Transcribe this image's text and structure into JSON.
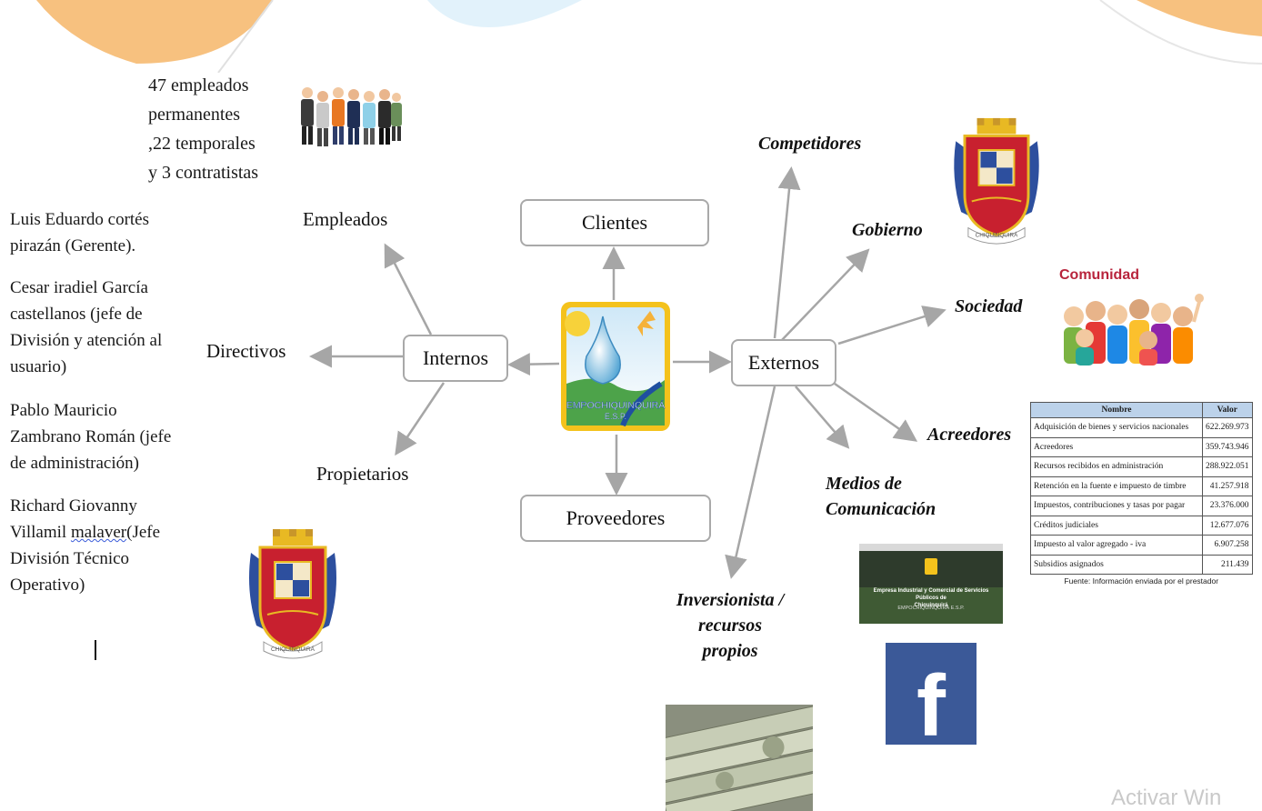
{
  "center": {
    "logo_text_line1": "EMPOCHIQUINQUIRÁ",
    "logo_text_line2": "E.S.P."
  },
  "nodes": {
    "clientes": "Clientes",
    "proveedores": "Proveedores",
    "internos": "Internos",
    "externos": "Externos"
  },
  "internal": {
    "empleados": "Empleados",
    "directivos": "Directivos",
    "propietarios": "Propietarios",
    "employees_note": [
      "47 empleados",
      "permanentes",
      ",22 temporales",
      "y 3 contratistas"
    ],
    "directors": [
      {
        "lines": [
          "Luis Eduardo cortés",
          "pirazán (Gerente)."
        ]
      },
      {
        "lines": [
          "Cesar iradiel García",
          "castellanos (jefe de",
          "División y atención al",
          "usuario)"
        ]
      },
      {
        "lines": [
          "Pablo Mauricio",
          "Zambrano Román (jefe",
          "de administración)"
        ]
      },
      {
        "line1": "Richard Giovanny",
        "line2_pre": "Villamil ",
        "line2_error": "malaver",
        "line2_post": "(Jefe",
        "line3": "División Técnico",
        "line4": "Operativo)"
      }
    ]
  },
  "external": {
    "competidores": "Competidores",
    "gobierno": "Gobierno",
    "sociedad": "Sociedad",
    "acreedores": "Acreedores",
    "medios": [
      "Medios de",
      "Comunicación"
    ],
    "inversionista": [
      "Inversionista /",
      "recursos",
      "propios"
    ],
    "comunidad_label": "Comunidad"
  },
  "shield": {
    "ribbon_text": "CHIQUINQUIRÁ"
  },
  "creditors_table": {
    "headers": [
      "Nombre",
      "Valor"
    ],
    "rows": [
      [
        "Adquisición de bienes y servicios nacionales",
        "622.269.973"
      ],
      [
        "Acreedores",
        "359.743.946"
      ],
      [
        "Recursos recibidos en administración",
        "288.922.051"
      ],
      [
        "Retención en la fuente e impuesto de timbre",
        "41.257.918"
      ],
      [
        "Impuestos, contribuciones y tasas por pagar",
        "23.376.000"
      ],
      [
        "Créditos judiciales",
        "12.677.076"
      ],
      [
        "Impuesto al valor agregado - iva",
        "6.907.258"
      ],
      [
        "Subsidios asignados",
        "211.439"
      ]
    ],
    "source": "Fuente: Información enviada por el prestador"
  },
  "website_thumb": {
    "title": [
      "Empresa Industrial y Comercial de Servicios Públicos de",
      "Chiquinquirá"
    ],
    "subtitle": "EMPOCHIQUINQUIRÁ E.S.P."
  },
  "facebook_glyph": "f",
  "watermark": "Activar Win",
  "colors": {
    "connector": "#a6a6a6",
    "box_border": "#a9a9a9",
    "facebook": "#3b5998",
    "table_header": "#bcd2ea",
    "shield_red": "#c8202f"
  }
}
